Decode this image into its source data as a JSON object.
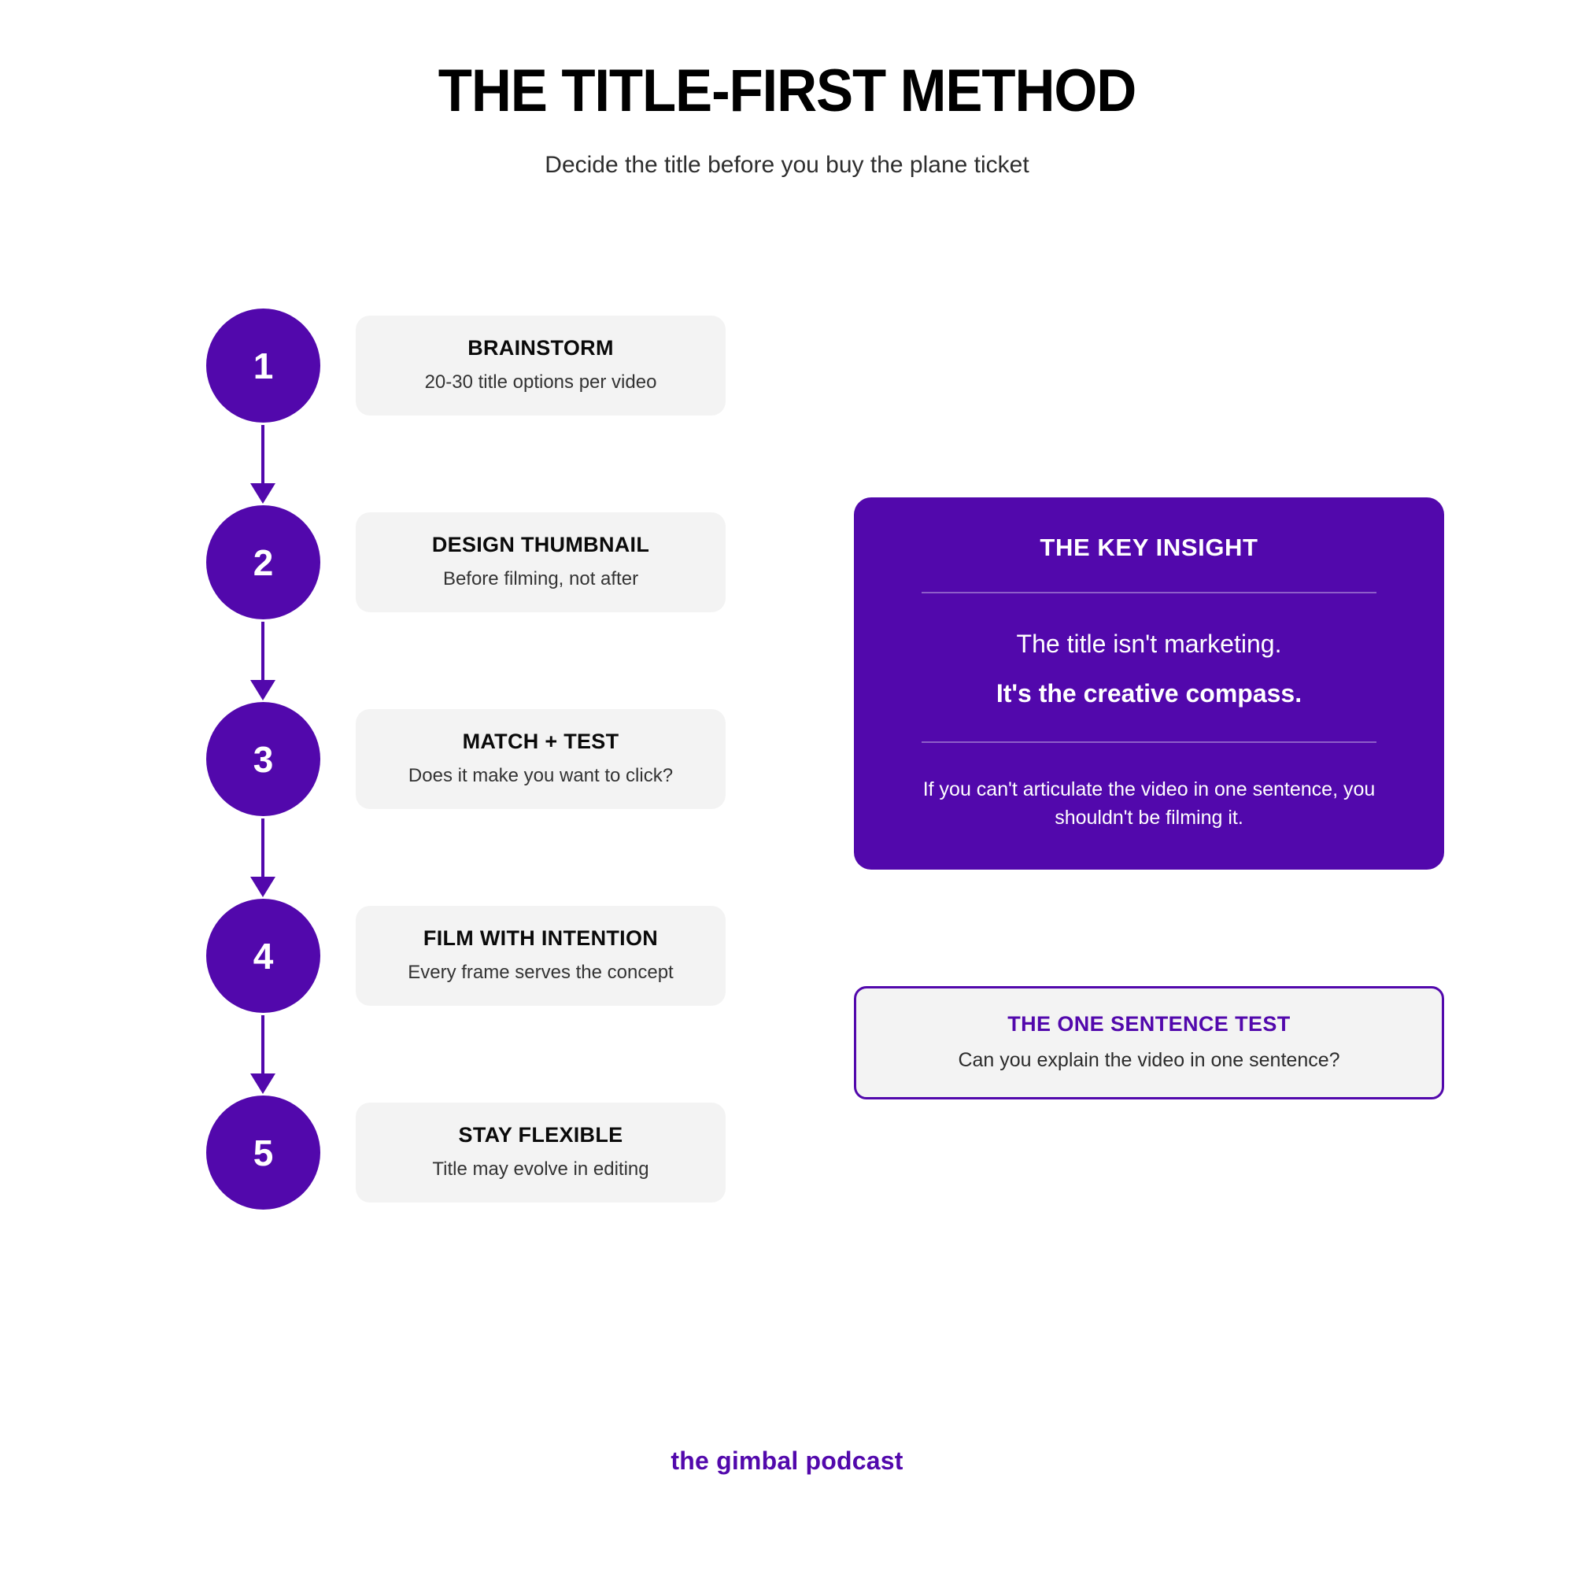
{
  "header": {
    "title": "THE TITLE-FIRST METHOD",
    "subtitle": "Decide the title before you buy the plane ticket"
  },
  "colors": {
    "brand_purple": "#5208ac",
    "card_gray": "#f3f3f3",
    "text_dark": "#111111",
    "white": "#ffffff"
  },
  "steps": [
    {
      "number": "1",
      "title": "BRAINSTORM",
      "desc": "20-30 title options per video"
    },
    {
      "number": "2",
      "title": "DESIGN THUMBNAIL",
      "desc": "Before filming, not after"
    },
    {
      "number": "3",
      "title": "MATCH + TEST",
      "desc": "Does it make you want to click?"
    },
    {
      "number": "4",
      "title": "FILM WITH INTENTION",
      "desc": "Every frame serves the concept"
    },
    {
      "number": "5",
      "title": "STAY FLEXIBLE",
      "desc": "Title may evolve in editing"
    }
  ],
  "insight": {
    "title": "THE KEY INSIGHT",
    "line_1": "The title isn't marketing.",
    "line_2": "It's the creative compass.",
    "note": "If you can't articulate the video in one sentence, you shouldn't be filming it."
  },
  "test": {
    "title": "THE ONE SENTENCE TEST",
    "desc": "Can you explain the video in one sentence?"
  },
  "footer": {
    "brand": "the gimbal podcast"
  }
}
